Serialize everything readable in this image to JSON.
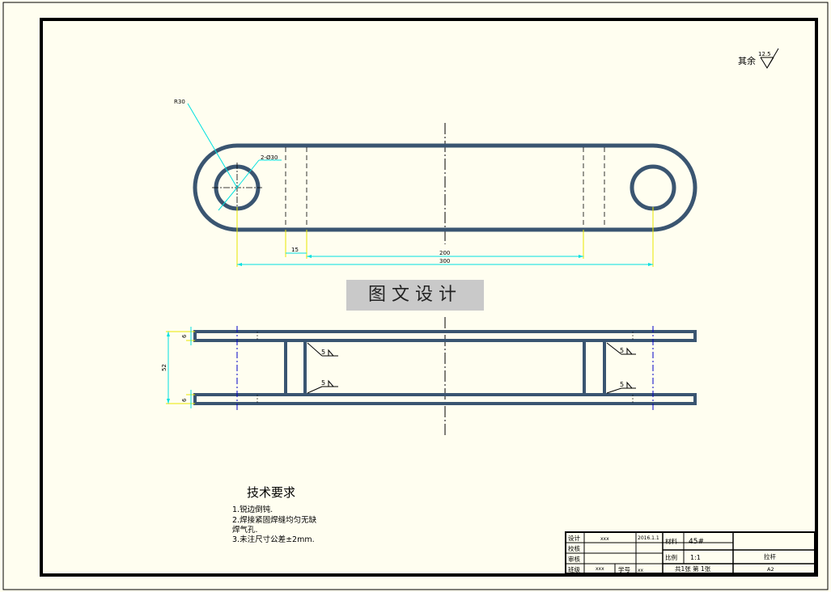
{
  "roughness_note": {
    "prefix": "其余",
    "value": "12.5"
  },
  "dimensions": {
    "radius": "R30",
    "holes": "2-Ø30",
    "d15": "15",
    "d200": "200",
    "d300": "300",
    "t6_top": "6",
    "h52": "52",
    "t6_bottom": "6"
  },
  "weld_symbols": [
    "5",
    "5",
    "5",
    "5"
  ],
  "watermark": "图文设计",
  "technical_requirements": {
    "title": "技术要求",
    "items": [
      "1.锐边倒钝.",
      "2.焊接紧固焊缝均匀无缺",
      "焊气孔.",
      "3.未注尺寸公差±2mm."
    ]
  },
  "title_block": {
    "design_label": "设计",
    "design_name": "xxx",
    "design_date": "2016.1.1",
    "check_label": "校核",
    "review_label": "审核",
    "class_label": "班级",
    "class_value": "xxx",
    "student_no_label": "学号",
    "student_no_value": "xx",
    "material_label": "材料",
    "material_value": "45#",
    "scale_label": "比例",
    "scale_value": "1:1",
    "sheets": "共1张  第 1张",
    "part_name": "拉杆",
    "sheet_size": "A2"
  },
  "colors": {
    "paper": "#fffef0",
    "border": "#000000",
    "part_outline": "#3a5571",
    "dimension": "#00e0e0",
    "extension": "#e8e800",
    "centerline": "#0000c8",
    "watermark_bg": "#c9c9c9"
  }
}
